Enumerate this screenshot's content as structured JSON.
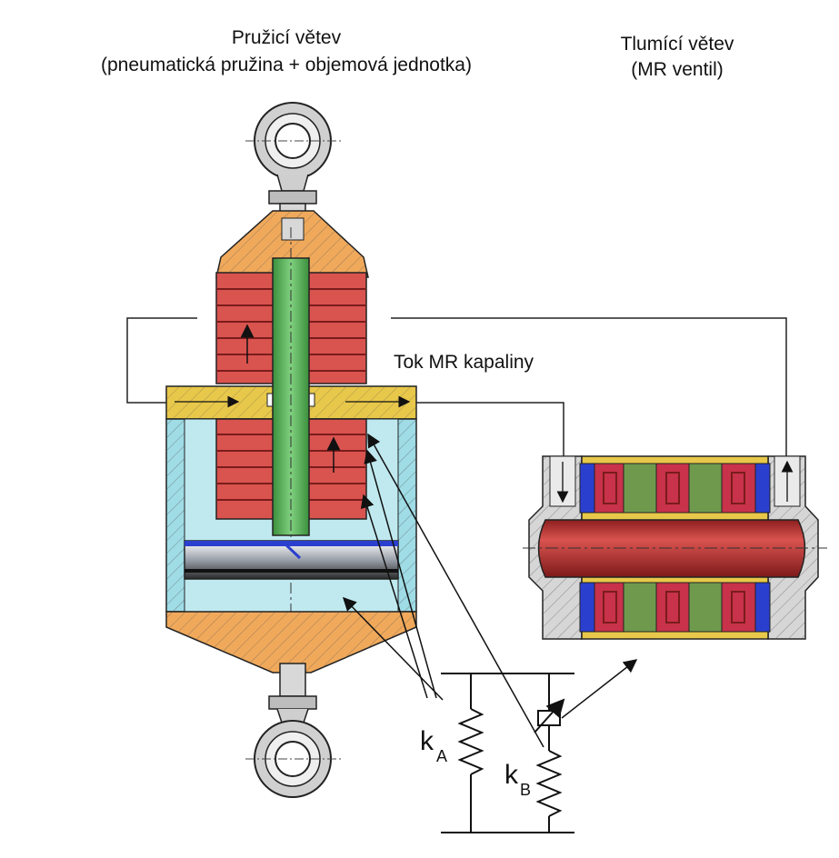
{
  "labels": {
    "spring_branch_line1": "Pružicí větev",
    "spring_branch_line2": "(pneumatická pružina + objemová jednotka)",
    "damping_branch_line1": "Tlumící větev",
    "damping_branch_line2": "(MR ventil)",
    "fluid_flow": "Tok MR kapaliny",
    "ka_main": "k",
    "ka_sub": "A",
    "kb_main": "k",
    "kb_sub": "B"
  },
  "colors": {
    "housing_orange": "#f0a95b",
    "bellows_red": "#d9534f",
    "rod_green": "#5cb85c",
    "chamber_cyan": "#9fdce6",
    "plate_yellow": "#e8c84a",
    "magnet_blue": "#2b3fcf",
    "coil_green": "#6f9a4e",
    "steel_gray": "#d6d6d6"
  }
}
